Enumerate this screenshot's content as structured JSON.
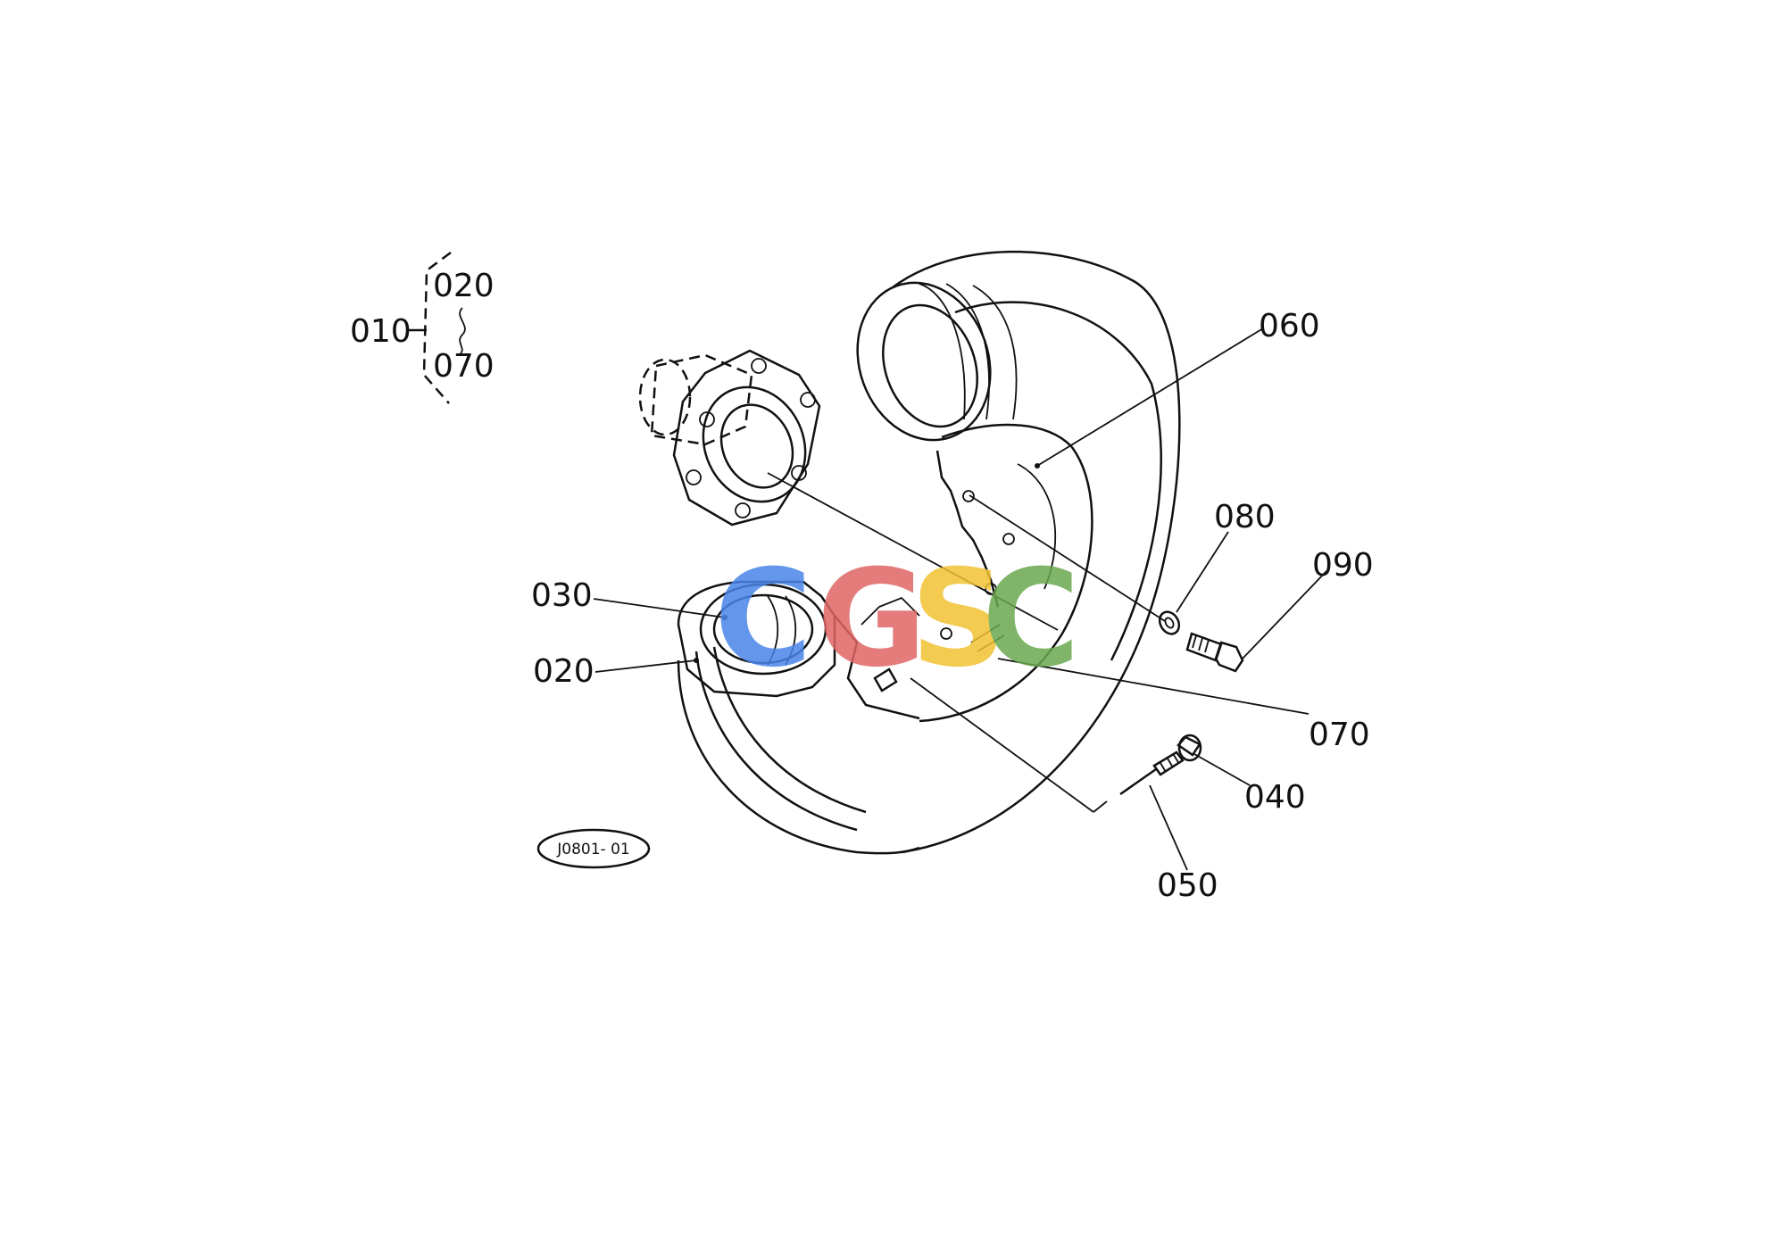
{
  "callouts": {
    "p010": "010",
    "p020_top": "020",
    "p070_top": "070",
    "p060": "060",
    "p080": "080",
    "p090": "090",
    "p030": "030",
    "p020": "020",
    "p070": "070",
    "p040": "040",
    "p050": "050"
  },
  "drawing_code": "J0801- 01",
  "watermark": {
    "letters": [
      "C",
      "G",
      "S",
      "C"
    ],
    "colors": [
      "#4a86e8",
      "#e06666",
      "#f1c232",
      "#6aa84f"
    ]
  }
}
